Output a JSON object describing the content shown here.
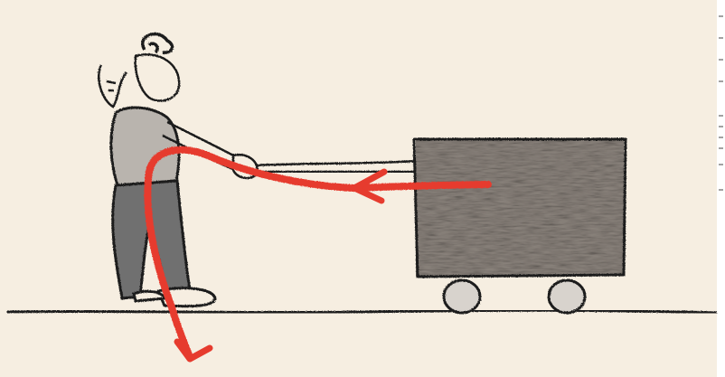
{
  "image": {
    "kind": "sketch-illustration",
    "palette": {
      "paper": "#f6eee1",
      "ink": "#1c1c1c",
      "crate_fill": "#8f8780",
      "figure_shading": "#9c9c9c",
      "force_arrow": "#e63b2e"
    },
    "elements": [
      "person-figure",
      "cart",
      "wheel",
      "wheel",
      "ground-line",
      "force-arrow"
    ]
  }
}
